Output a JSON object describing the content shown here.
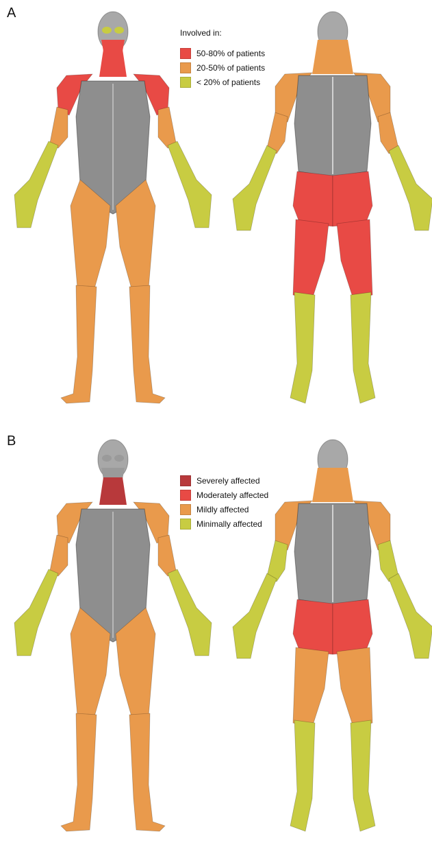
{
  "panels": [
    {
      "letter": "A",
      "legend_title": "Involved in:",
      "legend": [
        {
          "label": "50-80% of patients",
          "color": "#e84a45"
        },
        {
          "label": "20-50% of patients",
          "color": "#e99a4c"
        },
        {
          "label": "<  20% of patients",
          "color": "#c8cc42"
        }
      ],
      "anterior_regions": {
        "face": "#e84a45",
        "neck": "#e84a45",
        "shoulders": "#e84a45",
        "upper_arms": "#e99a4c",
        "forearms_hands": "#c8cc42",
        "thighs": "#e99a4c",
        "lower_legs_feet": "#e99a4c",
        "eyes": "#c8cc42"
      },
      "posterior_regions": {
        "neck": "#e99a4c",
        "shoulders": "#e99a4c",
        "upper_arms": "#e99a4c",
        "forearms_hands": "#c8cc42",
        "glutes": "#e84a45",
        "hamstrings": "#e84a45",
        "calves_feet": "#c8cc42"
      }
    },
    {
      "letter": "B",
      "legend_title": "",
      "legend": [
        {
          "label": "Severely affected",
          "color": "#b8393b"
        },
        {
          "label": "Moderately affected",
          "color": "#e84a45"
        },
        {
          "label": "Mildly affected",
          "color": "#e99a4c"
        },
        {
          "label": "Minimally affected",
          "color": "#c8cc42"
        }
      ],
      "anterior_regions": {
        "face": "#9a9a9a",
        "neck": "#b8393b",
        "shoulders": "#e99a4c",
        "upper_arms": "#e99a4c",
        "forearms_hands": "#c8cc42",
        "thighs": "#e99a4c",
        "lower_legs_feet": "#e99a4c",
        "eyes": "#9a9a9a"
      },
      "posterior_regions": {
        "neck": "#e99a4c",
        "shoulders": "#e99a4c",
        "upper_arms": "#c8cc42",
        "forearms_hands": "#c8cc42",
        "glutes": "#e84a45",
        "hamstrings": "#e99a4c",
        "calves_feet": "#c8cc42"
      }
    }
  ],
  "colors": {
    "torso": "#8e8e8e",
    "head": "#a8a8a8"
  }
}
